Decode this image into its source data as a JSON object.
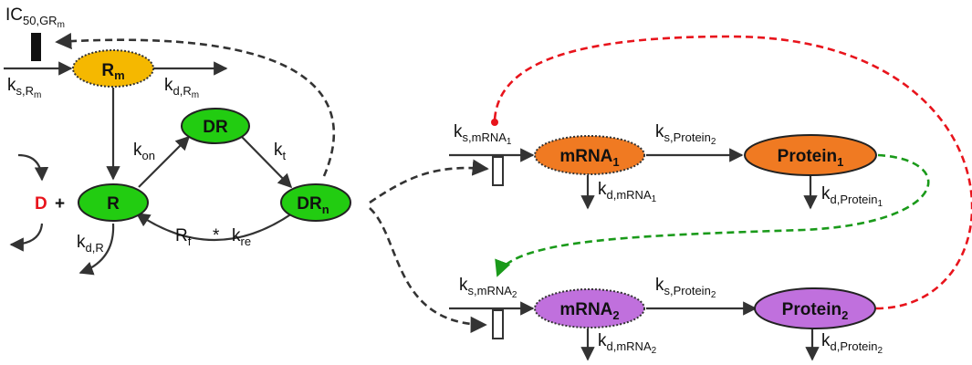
{
  "nodes": {
    "rm": {
      "text": "R",
      "sub": "m",
      "fill": "#f5b800",
      "border": "dotted"
    },
    "dr": {
      "text": "DR",
      "fill": "#22cc11",
      "border": "solid"
    },
    "r": {
      "text": "R",
      "fill": "#22cc11",
      "border": "solid"
    },
    "drn": {
      "text": "DR",
      "sub": "n",
      "fill": "#22cc11",
      "border": "solid"
    },
    "mrna1": {
      "text": "mRNA",
      "sub": "1",
      "fill": "#f07a22",
      "border": "dotted"
    },
    "protein1": {
      "text": "Protein",
      "sub": "1",
      "fill": "#f07a22",
      "border": "solid"
    },
    "mrna2": {
      "text": "mRNA",
      "sub": "2",
      "fill": "#c070dd",
      "border": "dotted"
    },
    "protein2": {
      "text": "Protein",
      "sub": "2",
      "fill": "#c070dd",
      "border": "solid"
    }
  },
  "drug": {
    "label": "D",
    "plus": "+",
    "color": "#e8141c"
  },
  "labels": {
    "ic50": {
      "main": "IC",
      "sub": "50,GR",
      "sub2": "m"
    },
    "ks_rm": {
      "main": "k",
      "sub": "s,R",
      "sub2": "m"
    },
    "kd_rm": {
      "main": "k",
      "sub": "d,R",
      "sub2": "m"
    },
    "kon": {
      "main": "k",
      "sub": "on"
    },
    "kt": {
      "main": "k",
      "sub": "t"
    },
    "kdr": {
      "main": "k",
      "sub": "d,R"
    },
    "rf": {
      "main": "R",
      "sub": "f"
    },
    "star": "*",
    "kre": {
      "main": "k",
      "sub": "re"
    },
    "ks_mrna1": {
      "main": "k",
      "sub": "s,mRNA",
      "sub2": "1"
    },
    "ks_protein_top": {
      "main": "k",
      "sub": "s,Protein",
      "sub2": "2"
    },
    "kd_mrna1": {
      "main": "k",
      "sub": "d,mRNA",
      "sub2": "1"
    },
    "kd_protein1": {
      "main": "k",
      "sub": "d,Protein",
      "sub2": "1"
    },
    "ks_mrna2": {
      "main": "k",
      "sub": "s,mRNA",
      "sub2": "2"
    },
    "ks_protein_bottom": {
      "main": "k",
      "sub": "s,Protein",
      "sub2": "2"
    },
    "kd_mrna2": {
      "main": "k",
      "sub": "d,mRNA",
      "sub2": "2"
    },
    "kd_protein2": {
      "main": "k",
      "sub": "d,Protein",
      "sub2": "2"
    }
  },
  "colors": {
    "arrow": "#333333",
    "feedback_red": "#e8141c",
    "feedback_green": "#1a9a1a",
    "dashed_black": "#333333"
  }
}
